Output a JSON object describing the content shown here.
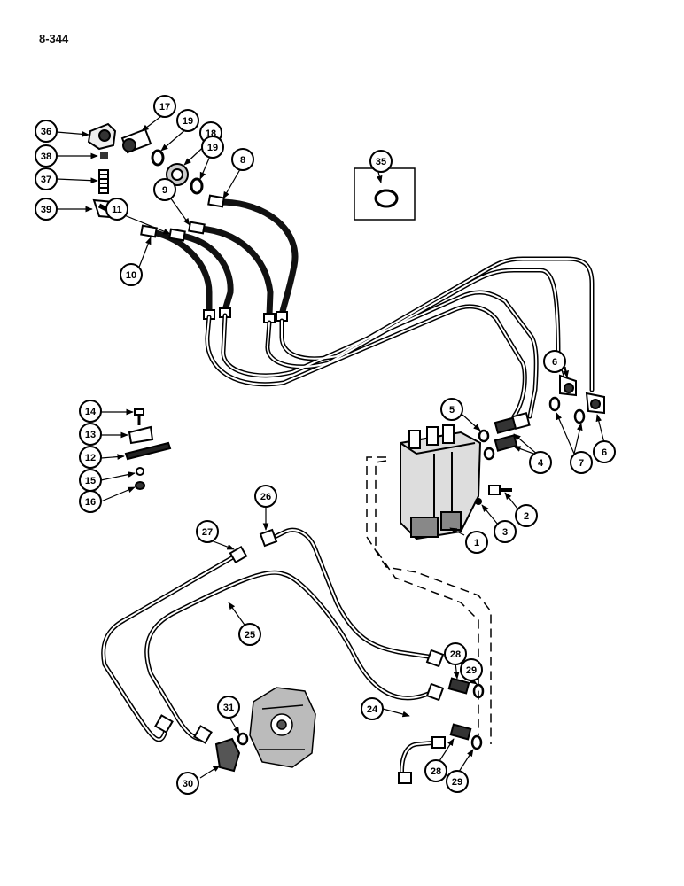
{
  "page_number": "8-344",
  "callouts": [
    {
      "id": "c1",
      "label": "1"
    },
    {
      "id": "c2",
      "label": "2"
    },
    {
      "id": "c3",
      "label": "3"
    },
    {
      "id": "c4",
      "label": "4"
    },
    {
      "id": "c5",
      "label": "5"
    },
    {
      "id": "c6a",
      "label": "6"
    },
    {
      "id": "c6b",
      "label": "6"
    },
    {
      "id": "c7",
      "label": "7"
    },
    {
      "id": "c8",
      "label": "8"
    },
    {
      "id": "c9",
      "label": "9"
    },
    {
      "id": "c10",
      "label": "10"
    },
    {
      "id": "c11",
      "label": "11"
    },
    {
      "id": "c12",
      "label": "12"
    },
    {
      "id": "c13",
      "label": "13"
    },
    {
      "id": "c14",
      "label": "14"
    },
    {
      "id": "c15",
      "label": "15"
    },
    {
      "id": "c16",
      "label": "16"
    },
    {
      "id": "c17",
      "label": "17"
    },
    {
      "id": "c18",
      "label": "18"
    },
    {
      "id": "c19a",
      "label": "19"
    },
    {
      "id": "c19b",
      "label": "19"
    },
    {
      "id": "c24",
      "label": "24"
    },
    {
      "id": "c25",
      "label": "25"
    },
    {
      "id": "c26",
      "label": "26"
    },
    {
      "id": "c27",
      "label": "27"
    },
    {
      "id": "c28a",
      "label": "28"
    },
    {
      "id": "c28b",
      "label": "28"
    },
    {
      "id": "c29a",
      "label": "29"
    },
    {
      "id": "c29b",
      "label": "29"
    },
    {
      "id": "c30",
      "label": "30"
    },
    {
      "id": "c31",
      "label": "31"
    },
    {
      "id": "c35",
      "label": "35"
    },
    {
      "id": "c36",
      "label": "36"
    },
    {
      "id": "c37",
      "label": "37"
    },
    {
      "id": "c38",
      "label": "38"
    },
    {
      "id": "c39",
      "label": "39"
    }
  ]
}
